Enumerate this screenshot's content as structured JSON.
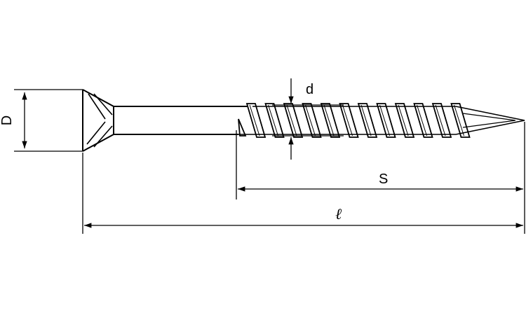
{
  "diagram": {
    "labels": {
      "head_diameter": "D",
      "thread_diameter": "d",
      "thread_length": "S",
      "total_length": "ℓ"
    },
    "colors": {
      "line": "#000000",
      "background": "#ffffff"
    }
  }
}
